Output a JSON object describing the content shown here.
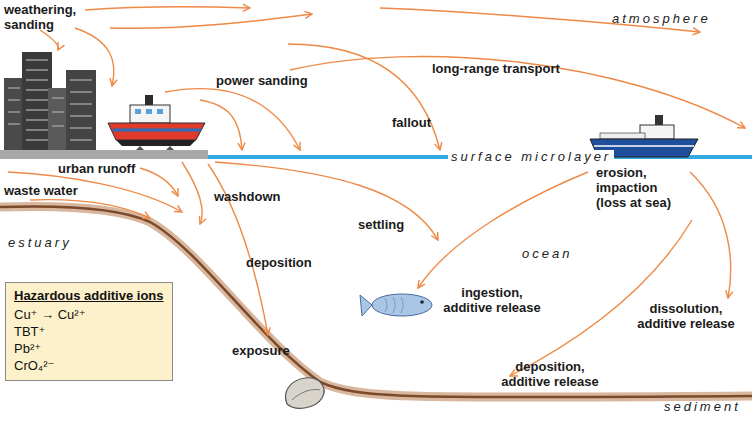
{
  "diagram": {
    "nodes": [
      {
        "text": [
          "Hazardous additive ions",
          "Cu⁺ → Cu²⁺",
          "TBT⁺",
          "Pb²⁺",
          "CrO₄²⁻"
        ]
      }
    ],
    "labels": [
      "weathering, sanding",
      "atmosphere",
      "long-range transport",
      "power sanding",
      "fallout",
      "urban runoff",
      "surface microlayer",
      "waste water",
      "washdown",
      "erosion, impaction (loss at sea)",
      "settling",
      "estuary",
      "deposition",
      "ocean",
      "ingestion, additive release",
      "dissolution, additive release",
      "exposure",
      "deposition, additive release",
      "sediment"
    ]
  }
}
